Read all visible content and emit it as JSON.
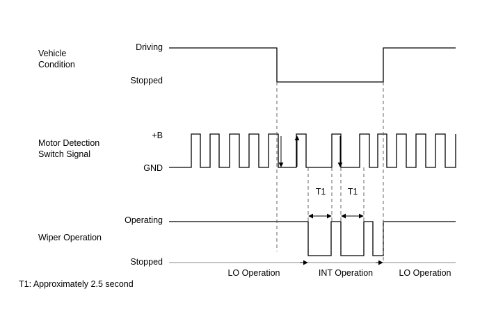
{
  "signals": [
    {
      "name_lines": [
        "Vehicle",
        "Condition"
      ],
      "high_label": "Driving",
      "low_label": "Stopped"
    },
    {
      "name_lines": [
        "Motor Detection",
        "Switch Signal"
      ],
      "high_label": "+B",
      "low_label": "GND"
    },
    {
      "name_lines": [
        "Wiper Operation"
      ],
      "high_label": "Operating",
      "low_label": "Stopped"
    }
  ],
  "interval_label": "T1",
  "operation_labels": [
    "LO Operation",
    "INT Operation",
    "LO Operation"
  ],
  "footnote": "T1: Approximately 2.5 second",
  "colors": {
    "line": "#000000",
    "dashed": "#555555",
    "background": "#ffffff"
  }
}
